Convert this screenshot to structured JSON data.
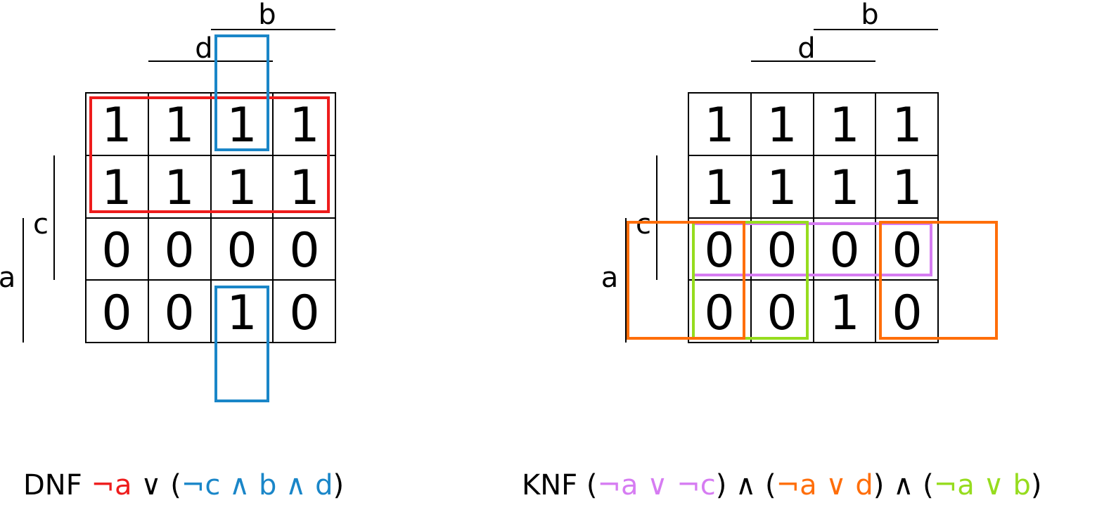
{
  "maps": [
    {
      "labels": {
        "a": "a",
        "b": "b",
        "c": "c",
        "d": "d"
      },
      "grid": [
        [
          "1",
          "1",
          "1",
          "1"
        ],
        [
          "1",
          "1",
          "1",
          "1"
        ],
        [
          "0",
          "0",
          "0",
          "0"
        ],
        [
          "0",
          "0",
          "1",
          "0"
        ]
      ],
      "colors": {
        "red": "#ee1c1c",
        "blue": "#1a86c8"
      }
    },
    {
      "labels": {
        "a": "a",
        "b": "b",
        "c": "c",
        "d": "d"
      },
      "grid": [
        [
          "1",
          "1",
          "1",
          "1"
        ],
        [
          "1",
          "1",
          "1",
          "1"
        ],
        [
          "0",
          "0",
          "0",
          "0"
        ],
        [
          "0",
          "0",
          "1",
          "0"
        ]
      ],
      "colors": {
        "purple": "#d67cf2",
        "orange": "#ff6e0a",
        "green": "#96dc1e"
      }
    }
  ],
  "formulas": {
    "dnf": {
      "prefix": "DNF ",
      "t1": "¬a",
      "op1": " ∨ (",
      "t2": "¬c ∧ b ∧ d",
      "close": ")"
    },
    "knf": {
      "prefix": "KNF (",
      "t1": "¬a ∨ ¬c",
      "op1": ") ∧ (",
      "t2": "¬a ∨ d",
      "op2": ") ∧ (",
      "t3": "¬a ∨ b",
      "close": ")"
    }
  }
}
